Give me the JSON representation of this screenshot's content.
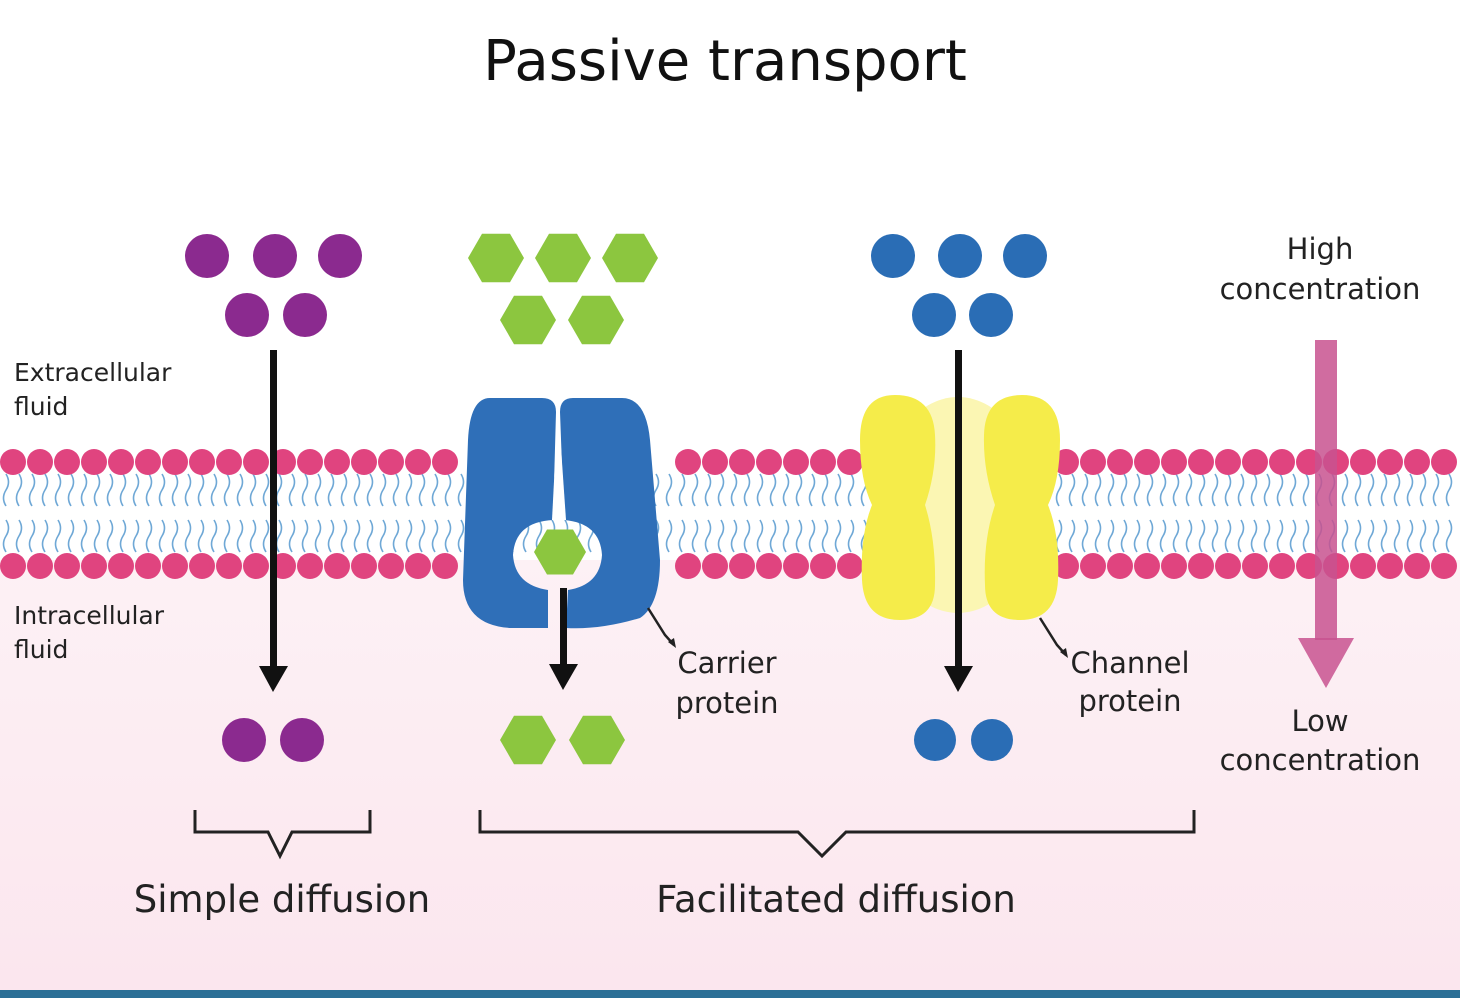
{
  "title": "Passive transport",
  "labels": {
    "extracellular": [
      "Extracellular",
      "fluid"
    ],
    "intracellular": [
      "Intracellular",
      "fluid"
    ],
    "carrier": [
      "Carrier",
      "protein"
    ],
    "channel": [
      "Channel",
      "protein"
    ],
    "high": [
      "High",
      "concentration"
    ],
    "low": [
      "Low",
      "concentration"
    ],
    "simple": "Simple diffusion",
    "facilitated": "Facilitated diffusion"
  },
  "colors": {
    "background_top": "#ffffff",
    "background_bottom": "#fbe8ef",
    "phospholipid_head": "#e0447f",
    "lipid_tail": "#6fa8d6",
    "purple_molecule": "#8b2a8f",
    "green_molecule": "#8cc63f",
    "blue_molecule": "#2a6db5",
    "carrier_protein": "#2f6fb8",
    "channel_protein": "#f5ec4a",
    "channel_center": "#fbf6b3",
    "gradient_arrow": "#c8528f",
    "arrow": "#111111",
    "bottom_bar": "#2b6f96"
  }
}
